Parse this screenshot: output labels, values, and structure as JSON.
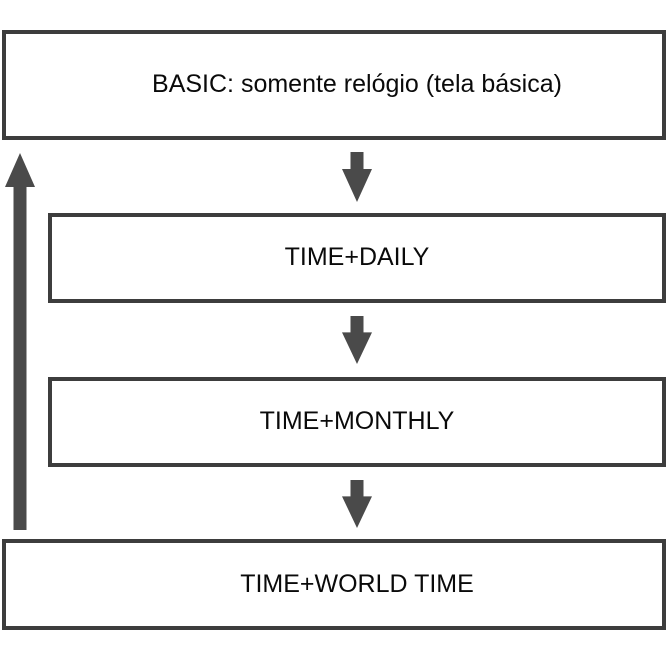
{
  "diagram": {
    "nodes": [
      {
        "id": "basic",
        "label": "BASIC: somente relógio (tela básica)"
      },
      {
        "id": "time-daily",
        "label": "TIME+DAILY"
      },
      {
        "id": "time-monthly",
        "label": "TIME+MONTHLY"
      },
      {
        "id": "time-world-time",
        "label": "TIME+WORLD TIME"
      }
    ],
    "flow": {
      "forward": [
        "basic",
        "time-daily",
        "time-monthly",
        "time-world-time"
      ],
      "return": {
        "from": "time-world-time",
        "to": "basic"
      }
    },
    "icons": {
      "down_arrow": "down-arrow-icon",
      "up_arrow": "up-arrow-icon"
    },
    "colors": {
      "background": "#ffffff",
      "box_border": "#3d3d3d",
      "arrow": "#4a4a4a",
      "text": "#0a0a0a"
    }
  }
}
